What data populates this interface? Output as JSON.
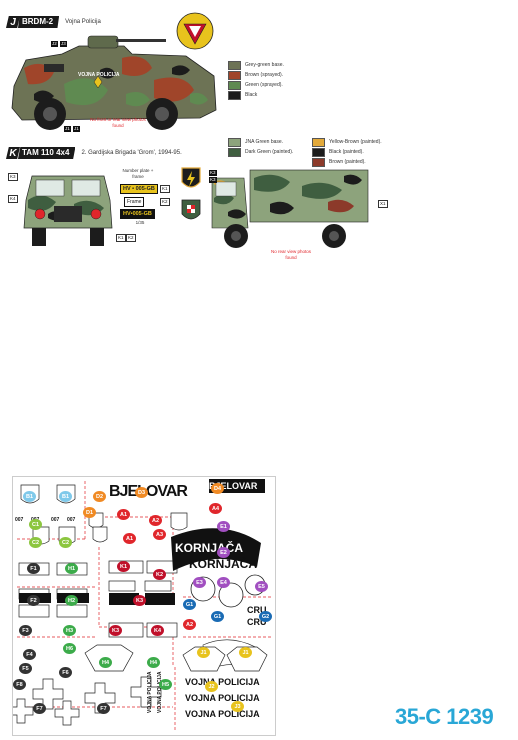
{
  "section_j": {
    "letter": "J",
    "title": "BRDM-2",
    "subtitle": "Vojna Policija",
    "tags": [
      "J2",
      "J3",
      "J1",
      "J1"
    ],
    "vehicle_marking": "VOJNA POLICIJA",
    "no_view_note": "No front or rear view photos found",
    "legend": [
      {
        "label": "Grey-green base.",
        "color": "#6d7355"
      },
      {
        "label": "Brown (sprayed).",
        "color": "#a0452a"
      },
      {
        "label": "Green (sprayed).",
        "color": "#5f8a51"
      },
      {
        "label": "Black",
        "color": "#1c1c1c"
      }
    ]
  },
  "section_k": {
    "letter": "K",
    "title": "TAM 110 4x4",
    "subtitle": "2. Gardijska Brigada 'Grom', 1994-95.",
    "legend_left": [
      {
        "label": "JNA Green base.",
        "color": "#8da37c"
      },
      {
        "label": "Dark Green (painted).",
        "color": "#3f5e40"
      }
    ],
    "legend_right": [
      {
        "label": "Yellow-Brown (painted).",
        "color": "#e2a93a"
      },
      {
        "label": "Black (painted).",
        "color": "#1c1c1c"
      },
      {
        "label": "Brown (painted).",
        "color": "#8c3a2a"
      }
    ],
    "tags": [
      "K3",
      "K4",
      "K1",
      "K2",
      "K1",
      "K3",
      "K3",
      "X1"
    ],
    "number_plate_label": "Number plate + frame",
    "plate_1": "HV • 005-GB",
    "plate_frame_label": "Frame",
    "plate_2": "HV•005-GB",
    "scale": "1/35",
    "no_view_note": "No rear view photos found"
  },
  "sheet": {
    "labels": [
      {
        "t": "B1",
        "c": "#7fc9ea"
      },
      {
        "t": "B1",
        "c": "#7fc9ea"
      },
      {
        "t": "D2",
        "c": "#f08a24"
      },
      {
        "t": "D3",
        "c": "#f08a24"
      },
      {
        "t": "D4",
        "c": "#f08a24"
      },
      {
        "t": "D1",
        "c": "#f08a24"
      },
      {
        "t": "A1",
        "c": "#e0262b"
      },
      {
        "t": "A2",
        "c": "#e0262b"
      },
      {
        "t": "A4",
        "c": "#e0262b"
      },
      {
        "t": "C1",
        "c": "#8cc63f"
      },
      {
        "t": "E1",
        "c": "#a14fc0"
      },
      {
        "t": "A1",
        "c": "#e0262b"
      },
      {
        "t": "A3",
        "c": "#e0262b"
      },
      {
        "t": "C2",
        "c": "#8cc63f"
      },
      {
        "t": "C2",
        "c": "#8cc63f"
      },
      {
        "t": "E2",
        "c": "#a14fc0"
      },
      {
        "t": "F1",
        "c": "#333333"
      },
      {
        "t": "H1",
        "c": "#3cab4a"
      },
      {
        "t": "K1",
        "c": "#c0102a"
      },
      {
        "t": "K2",
        "c": "#c0102a"
      },
      {
        "t": "E3",
        "c": "#a14fc0"
      },
      {
        "t": "E4",
        "c": "#a14fc0"
      },
      {
        "t": "E5",
        "c": "#a14fc0"
      },
      {
        "t": "F2",
        "c": "#333333"
      },
      {
        "t": "H2",
        "c": "#3cab4a"
      },
      {
        "t": "K3",
        "c": "#c0102a"
      },
      {
        "t": "G1",
        "c": "#1a6bb4"
      },
      {
        "t": "G1",
        "c": "#1a6bb4"
      },
      {
        "t": "G2",
        "c": "#1a6bb4"
      },
      {
        "t": "A2",
        "c": "#e0262b"
      },
      {
        "t": "F3",
        "c": "#333333"
      },
      {
        "t": "H3",
        "c": "#3cab4a"
      },
      {
        "t": "K3",
        "c": "#c0102a"
      },
      {
        "t": "K4",
        "c": "#c0102a"
      },
      {
        "t": "F4",
        "c": "#333333"
      },
      {
        "t": "H6",
        "c": "#3cab4a"
      },
      {
        "t": "H4",
        "c": "#3cab4a"
      },
      {
        "t": "H4",
        "c": "#3cab4a"
      },
      {
        "t": "J1",
        "c": "#e8c31d"
      },
      {
        "t": "J1",
        "c": "#e8c31d"
      },
      {
        "t": "F5",
        "c": "#333333"
      },
      {
        "t": "F6",
        "c": "#333333"
      },
      {
        "t": "H5",
        "c": "#3cab4a"
      },
      {
        "t": "J2",
        "c": "#e8c31d"
      },
      {
        "t": "F8",
        "c": "#333333"
      },
      {
        "t": "F7",
        "c": "#333333"
      },
      {
        "t": "F7",
        "c": "#333333"
      },
      {
        "t": "J3",
        "c": "#e8c31d"
      }
    ],
    "texts": {
      "bjelovar_1": "BJELOVAR",
      "bjelovar_2": "BJELOVAR",
      "code_1": "007",
      "code_2": "007",
      "code_3": "007",
      "code_4": "007",
      "kornjaca_1": "KORNJAČA",
      "kornjaca_2": "KORNJAČA",
      "cru_1": "CRU",
      "cru_2": "CRU",
      "vojna_1": "VOJNA POLICIJA",
      "vojna_2": "VOJNA POLICIJA",
      "vojna_3": "VOJNA POLICIJA",
      "vojna_v1": "VOJNA POLICIJA",
      "vojna_v2": "VOJNA POLICIJA"
    }
  },
  "product_code": "35-C 1239"
}
